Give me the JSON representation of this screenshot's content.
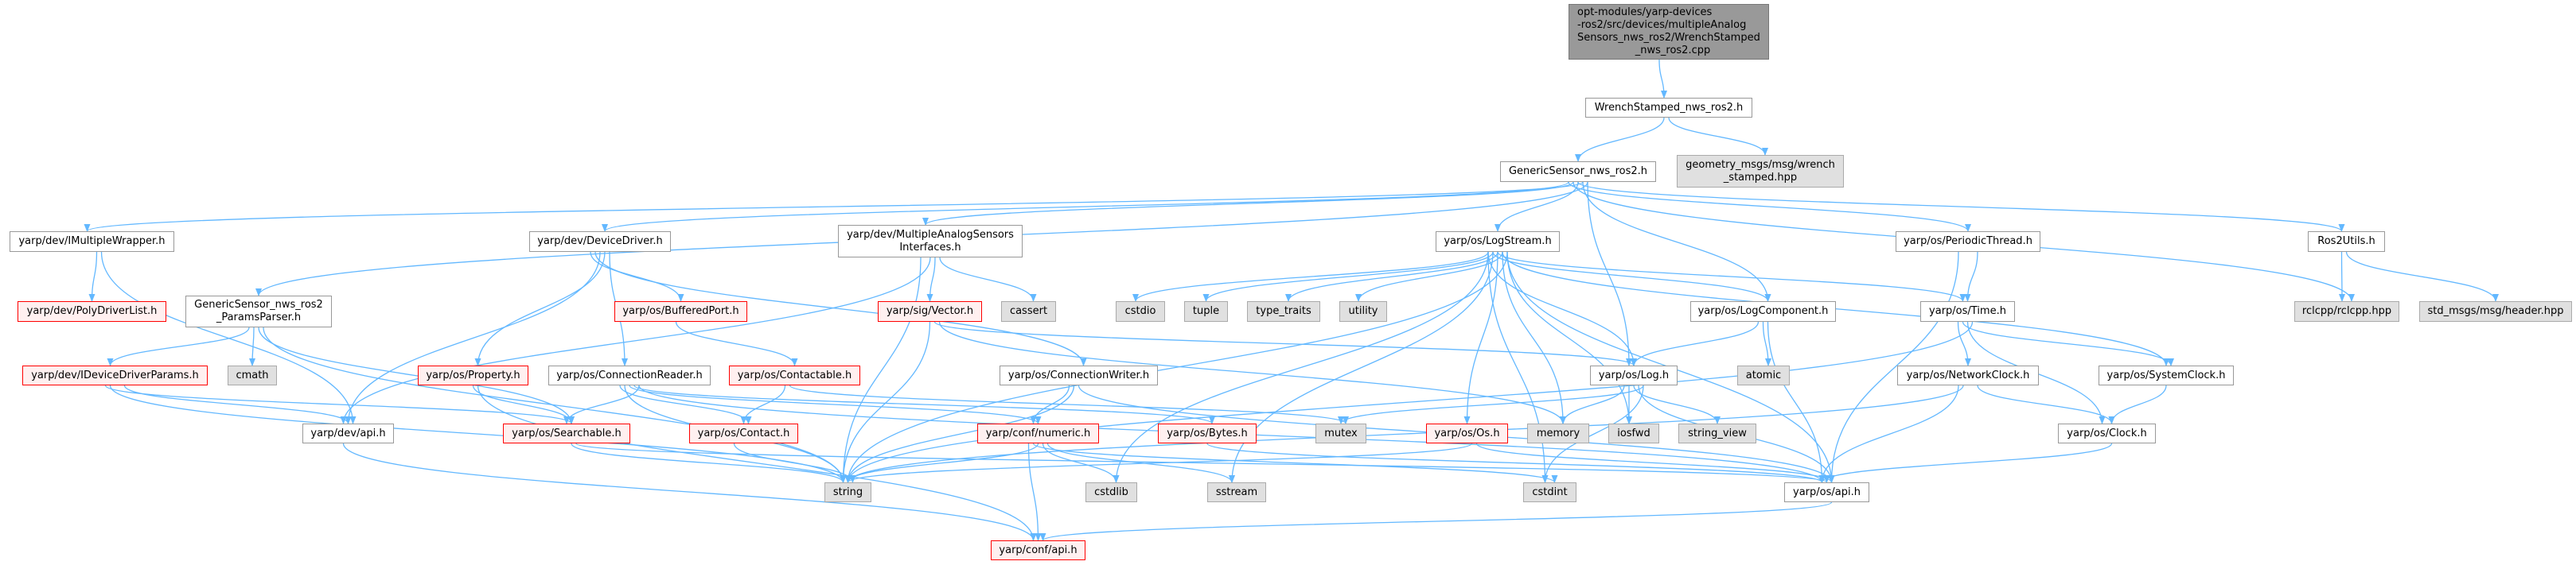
{
  "colors": {
    "edge": "#63B8FF",
    "red_border": "#FF0000",
    "red_fill": "#FFF0F0",
    "sys_fill": "#E0E0E0",
    "root_fill": "#999999"
  },
  "nodes": [
    {
      "id": "root",
      "kind": "root",
      "lines": [
        "opt-modules/yarp-devices",
        "-ros2/src/devices/multipleAnalog",
        "Sensors_nws_ros2/WrenchStamped",
        "_nws_ros2.cpp"
      ]
    },
    {
      "id": "wrench",
      "kind": "normal",
      "lines": [
        "WrenchStamped_nws_ros2.h"
      ]
    },
    {
      "id": "geometry",
      "kind": "sys",
      "lines": [
        "geometry_msgs/msg/wrench",
        "_stamped.hpp"
      ]
    },
    {
      "id": "generic",
      "kind": "normal",
      "lines": [
        "GenericSensor_nws_ros2.h"
      ]
    },
    {
      "id": "imw",
      "kind": "normal",
      "lines": [
        "yarp/dev/IMultipleWrapper.h"
      ]
    },
    {
      "id": "devdrv",
      "kind": "normal",
      "lines": [
        "yarp/dev/DeviceDriver.h"
      ]
    },
    {
      "id": "mas",
      "kind": "normal",
      "lines": [
        "yarp/dev/MultipleAnalogSensors",
        "Interfaces.h"
      ]
    },
    {
      "id": "logstream",
      "kind": "normal",
      "lines": [
        "yarp/os/LogStream.h"
      ]
    },
    {
      "id": "periodic",
      "kind": "normal",
      "lines": [
        "yarp/os/PeriodicThread.h"
      ]
    },
    {
      "id": "ros2utils",
      "kind": "normal",
      "lines": [
        "Ros2Utils.h"
      ]
    },
    {
      "id": "poly",
      "kind": "red",
      "lines": [
        "yarp/dev/PolyDriverList.h"
      ]
    },
    {
      "id": "params",
      "kind": "normal",
      "lines": [
        "GenericSensor_nws_ros2",
        "_ParamsParser.h"
      ]
    },
    {
      "id": "buffered",
      "kind": "red",
      "lines": [
        "yarp/os/BufferedPort.h"
      ]
    },
    {
      "id": "vector",
      "kind": "red",
      "lines": [
        "yarp/sig/Vector.h"
      ]
    },
    {
      "id": "cassert",
      "kind": "sys",
      "lines": [
        "cassert"
      ]
    },
    {
      "id": "cstdio",
      "kind": "sys",
      "lines": [
        "cstdio"
      ]
    },
    {
      "id": "tuple",
      "kind": "sys",
      "lines": [
        "tuple"
      ]
    },
    {
      "id": "type_traits",
      "kind": "sys",
      "lines": [
        "type_traits"
      ]
    },
    {
      "id": "utility",
      "kind": "sys",
      "lines": [
        "utility"
      ]
    },
    {
      "id": "logcomp",
      "kind": "normal",
      "lines": [
        "yarp/os/LogComponent.h"
      ]
    },
    {
      "id": "time",
      "kind": "normal",
      "lines": [
        "yarp/os/Time.h"
      ]
    },
    {
      "id": "rclcpp",
      "kind": "sys",
      "lines": [
        "rclcpp/rclcpp.hpp"
      ]
    },
    {
      "id": "stdmsgs",
      "kind": "sys",
      "lines": [
        "std_msgs/msg/header.hpp"
      ]
    },
    {
      "id": "iddp",
      "kind": "red",
      "lines": [
        "yarp/dev/IDeviceDriverParams.h"
      ]
    },
    {
      "id": "cmath",
      "kind": "sys",
      "lines": [
        "cmath"
      ]
    },
    {
      "id": "property",
      "kind": "red",
      "lines": [
        "yarp/os/Property.h"
      ]
    },
    {
      "id": "connreader",
      "kind": "normal",
      "lines": [
        "yarp/os/ConnectionReader.h"
      ]
    },
    {
      "id": "contactable",
      "kind": "red",
      "lines": [
        "yarp/os/Contactable.h"
      ]
    },
    {
      "id": "connwriter",
      "kind": "normal",
      "lines": [
        "yarp/os/ConnectionWriter.h"
      ]
    },
    {
      "id": "log",
      "kind": "normal",
      "lines": [
        "yarp/os/Log.h"
      ]
    },
    {
      "id": "atomic",
      "kind": "sys",
      "lines": [
        "atomic"
      ]
    },
    {
      "id": "netclock",
      "kind": "normal",
      "lines": [
        "yarp/os/NetworkClock.h"
      ]
    },
    {
      "id": "sysclock",
      "kind": "normal",
      "lines": [
        "yarp/os/SystemClock.h"
      ]
    },
    {
      "id": "devapi",
      "kind": "normal",
      "lines": [
        "yarp/dev/api.h"
      ]
    },
    {
      "id": "searchable",
      "kind": "red",
      "lines": [
        "yarp/os/Searchable.h"
      ]
    },
    {
      "id": "contact",
      "kind": "red",
      "lines": [
        "yarp/os/Contact.h"
      ]
    },
    {
      "id": "numeric",
      "kind": "red",
      "lines": [
        "yarp/conf/numeric.h"
      ]
    },
    {
      "id": "bytes",
      "kind": "red",
      "lines": [
        "yarp/os/Bytes.h"
      ]
    },
    {
      "id": "mutex",
      "kind": "sys",
      "lines": [
        "mutex"
      ]
    },
    {
      "id": "os",
      "kind": "red",
      "lines": [
        "yarp/os/Os.h"
      ]
    },
    {
      "id": "memory",
      "kind": "sys",
      "lines": [
        "memory"
      ]
    },
    {
      "id": "iosfwd",
      "kind": "sys",
      "lines": [
        "iosfwd"
      ]
    },
    {
      "id": "string_view",
      "kind": "sys",
      "lines": [
        "string_view"
      ]
    },
    {
      "id": "clock",
      "kind": "normal",
      "lines": [
        "yarp/os/Clock.h"
      ]
    },
    {
      "id": "string",
      "kind": "sys",
      "lines": [
        "string"
      ]
    },
    {
      "id": "cstdlib",
      "kind": "sys",
      "lines": [
        "cstdlib"
      ]
    },
    {
      "id": "sstream",
      "kind": "sys",
      "lines": [
        "sstream"
      ]
    },
    {
      "id": "cstdint",
      "kind": "sys",
      "lines": [
        "cstdint"
      ]
    },
    {
      "id": "osapi",
      "kind": "normal",
      "lines": [
        "yarp/os/api.h"
      ]
    },
    {
      "id": "confapi",
      "kind": "red",
      "lines": [
        "yarp/conf/api.h"
      ]
    }
  ],
  "edges": [
    [
      "root",
      "wrench"
    ],
    [
      "wrench",
      "generic"
    ],
    [
      "wrench",
      "geometry"
    ],
    [
      "generic",
      "imw"
    ],
    [
      "generic",
      "params"
    ],
    [
      "generic",
      "devdrv"
    ],
    [
      "generic",
      "mas"
    ],
    [
      "generic",
      "logstream"
    ],
    [
      "generic",
      "logcomp"
    ],
    [
      "generic",
      "log"
    ],
    [
      "generic",
      "periodic"
    ],
    [
      "generic",
      "rclcpp"
    ],
    [
      "generic",
      "ros2utils"
    ],
    [
      "imw",
      "poly"
    ],
    [
      "imw",
      "devapi"
    ],
    [
      "params",
      "iddp"
    ],
    [
      "params",
      "cmath"
    ],
    [
      "params",
      "searchable"
    ],
    [
      "params",
      "string"
    ],
    [
      "iddp",
      "devapi"
    ],
    [
      "iddp",
      "searchable"
    ],
    [
      "iddp",
      "string"
    ],
    [
      "devdrv",
      "devapi"
    ],
    [
      "devdrv",
      "property"
    ],
    [
      "devdrv",
      "connreader"
    ],
    [
      "devdrv",
      "buffered"
    ],
    [
      "devdrv",
      "connwriter"
    ],
    [
      "mas",
      "devapi"
    ],
    [
      "mas",
      "vector"
    ],
    [
      "mas",
      "cassert"
    ],
    [
      "mas",
      "string"
    ],
    [
      "buffered",
      "contactable"
    ],
    [
      "property",
      "searchable"
    ],
    [
      "property",
      "confapi"
    ],
    [
      "connreader",
      "searchable"
    ],
    [
      "connreader",
      "contact"
    ],
    [
      "connreader",
      "string"
    ],
    [
      "connreader",
      "numeric"
    ],
    [
      "connreader",
      "bytes"
    ],
    [
      "connreader",
      "osapi"
    ],
    [
      "contactable",
      "contact"
    ],
    [
      "contactable",
      "mutex"
    ],
    [
      "vector",
      "string"
    ],
    [
      "vector",
      "log"
    ],
    [
      "vector",
      "memory"
    ],
    [
      "connwriter",
      "numeric"
    ],
    [
      "connwriter",
      "string"
    ],
    [
      "connwriter",
      "osapi"
    ],
    [
      "searchable",
      "string"
    ],
    [
      "searchable",
      "osapi"
    ],
    [
      "contact",
      "string"
    ],
    [
      "devapi",
      "confapi"
    ],
    [
      "numeric",
      "string"
    ],
    [
      "numeric",
      "cstdlib"
    ],
    [
      "numeric",
      "sstream"
    ],
    [
      "numeric",
      "confapi"
    ],
    [
      "numeric",
      "cstdint"
    ],
    [
      "bytes",
      "osapi"
    ],
    [
      "os",
      "string"
    ],
    [
      "os",
      "osapi"
    ],
    [
      "logstream",
      "cstdio"
    ],
    [
      "logstream",
      "tuple"
    ],
    [
      "logstream",
      "type_traits"
    ],
    [
      "logstream",
      "utility"
    ],
    [
      "logstream",
      "string"
    ],
    [
      "logstream",
      "cstdlib"
    ],
    [
      "logstream",
      "sstream"
    ],
    [
      "logstream",
      "os"
    ],
    [
      "logstream",
      "memory"
    ],
    [
      "logstream",
      "iosfwd"
    ],
    [
      "logstream",
      "log"
    ],
    [
      "logstream",
      "logcomp"
    ],
    [
      "logstream",
      "time"
    ],
    [
      "logstream",
      "sysclock"
    ],
    [
      "logstream",
      "osapi"
    ],
    [
      "logstream",
      "cstdint"
    ],
    [
      "logcomp",
      "log"
    ],
    [
      "logcomp",
      "atomic"
    ],
    [
      "logcomp",
      "osapi"
    ],
    [
      "log",
      "mutex"
    ],
    [
      "log",
      "memory"
    ],
    [
      "log",
      "iosfwd"
    ],
    [
      "log",
      "string_view"
    ],
    [
      "log",
      "osapi"
    ],
    [
      "log",
      "cstdint"
    ],
    [
      "time",
      "netclock"
    ],
    [
      "time",
      "sysclock"
    ],
    [
      "time",
      "clock"
    ],
    [
      "time",
      "string"
    ],
    [
      "netclock",
      "clock"
    ],
    [
      "netclock",
      "osapi"
    ],
    [
      "netclock",
      "string"
    ],
    [
      "sysclock",
      "clock"
    ],
    [
      "clock",
      "osapi"
    ],
    [
      "periodic",
      "time"
    ],
    [
      "periodic",
      "osapi"
    ],
    [
      "ros2utils",
      "rclcpp"
    ],
    [
      "ros2utils",
      "stdmsgs"
    ],
    [
      "osapi",
      "confapi"
    ]
  ]
}
